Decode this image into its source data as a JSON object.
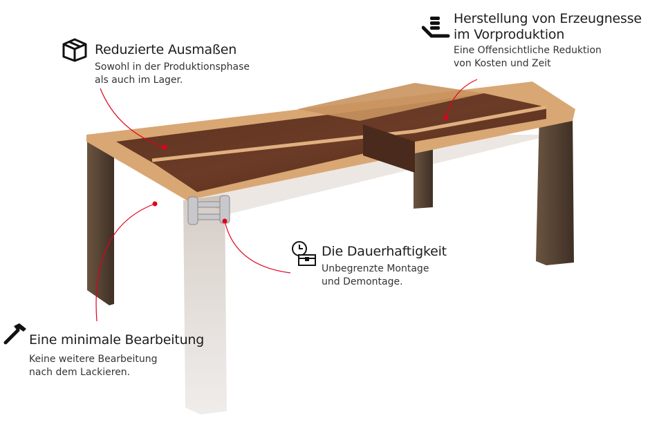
{
  "features": [
    {
      "title": "Reduzierte Ausmaßen",
      "lines": [
        "Sowohl in der Produktionsphase",
        "als auch im Lager."
      ],
      "icon": "box-icon"
    },
    {
      "title_lines": [
        "Herstellung von Erzeugnesse",
        "im Vorproduktion"
      ],
      "lines": [
        "Eine Offensichtliche Reduktion",
        "von Kosten und Zeit"
      ],
      "icon": "hand-coins-icon"
    },
    {
      "title": "Die Dauerhaftigkeit",
      "lines": [
        "Unbegrenzte Montage",
        "und Demontage."
      ],
      "icon": "clock-chest-icon"
    },
    {
      "title": "Eine minimale Bearbeitung",
      "lines": [
        "Keine weitere Bearbeitung",
        "nach dem Lackieren."
      ],
      "icon": "hammer-icon"
    }
  ],
  "colors": {
    "accent": "#e0001b",
    "wood_dark": "#4a2a1c",
    "wood_light": "#d9a774",
    "leg": "#5a4636"
  }
}
